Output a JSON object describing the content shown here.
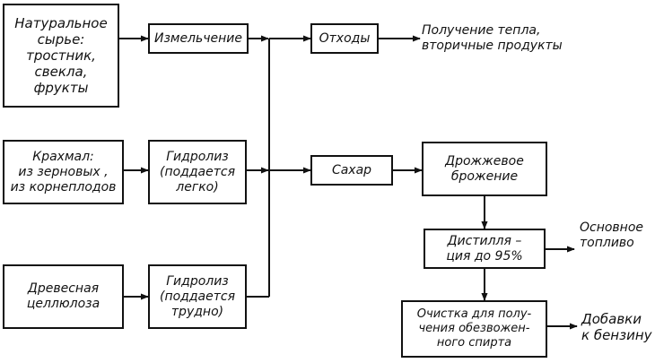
{
  "boxes": {
    "natural_raw": [
      "Натуральное",
      "сырье:",
      "тростник,",
      "свекла,",
      "фрукты"
    ],
    "grinding": [
      "Измельчение"
    ],
    "waste": [
      "Отходы"
    ],
    "starch": [
      "Крахмал:",
      "из зерновых ,",
      "из корнеплодов"
    ],
    "hydrolysis_easy": [
      "Гидролиз",
      "(поддается",
      "легко)"
    ],
    "sugar": [
      "Сахар"
    ],
    "yeast_fermentation": [
      "Дрожжевое",
      "брожение"
    ],
    "distillation": [
      "Дистилля –",
      "ция до 95%"
    ],
    "wood_cellulose": [
      "Древесная",
      "целлюлоза"
    ],
    "hydrolysis_hard": [
      "Гидролиз",
      "(поддается",
      "трудно)"
    ],
    "purification": [
      "Очистка для полу-",
      "чения обезвожен-",
      "ного спирта"
    ]
  },
  "outputs": {
    "heat": [
      "Получение тепла,",
      "вторичные продукты"
    ],
    "main_fuel": [
      "Основное",
      "топливо"
    ],
    "gasoline_additives": [
      "Добавки",
      "к бензину"
    ]
  }
}
